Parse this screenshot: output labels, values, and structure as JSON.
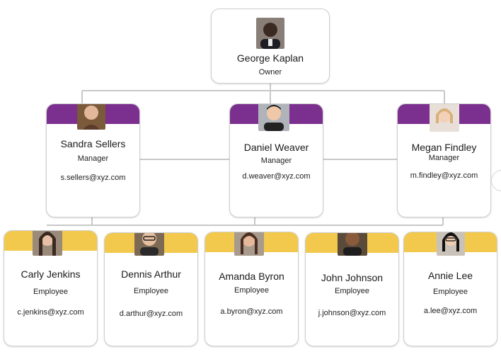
{
  "owner": {
    "name": "George Kaplan",
    "role": "Owner",
    "photo_icon": "person-photo-icon"
  },
  "managers": [
    {
      "name": "Sandra Sellers",
      "role": "Manager",
      "email": "s.sellers@xyz.com"
    },
    {
      "name": "Daniel Weaver",
      "role": "Manager",
      "email": "d.weaver@xyz.com"
    },
    {
      "name": "Megan Findley",
      "role": "Manager",
      "email": "m.findley@xyz.com"
    }
  ],
  "employees": [
    {
      "name": "Carly Jenkins",
      "role": "Employee",
      "email": "c.jenkins@xyz.com"
    },
    {
      "name": "Dennis Arthur",
      "role": "Employee",
      "email": "d.arthur@xyz.com"
    },
    {
      "name": "Amanda Byron",
      "role": "Employee",
      "email": "a.byron@xyz.com"
    },
    {
      "name": "John Johnson",
      "role": "Employee",
      "email": "j.johnson@xyz.com"
    },
    {
      "name": "Annie Lee",
      "role": "Employee",
      "email": "a.lee@xyz.com"
    }
  ],
  "colors": {
    "manager_band": "#7b2f8e",
    "employee_band": "#f2c94c",
    "connector": "#c8c8c8"
  }
}
